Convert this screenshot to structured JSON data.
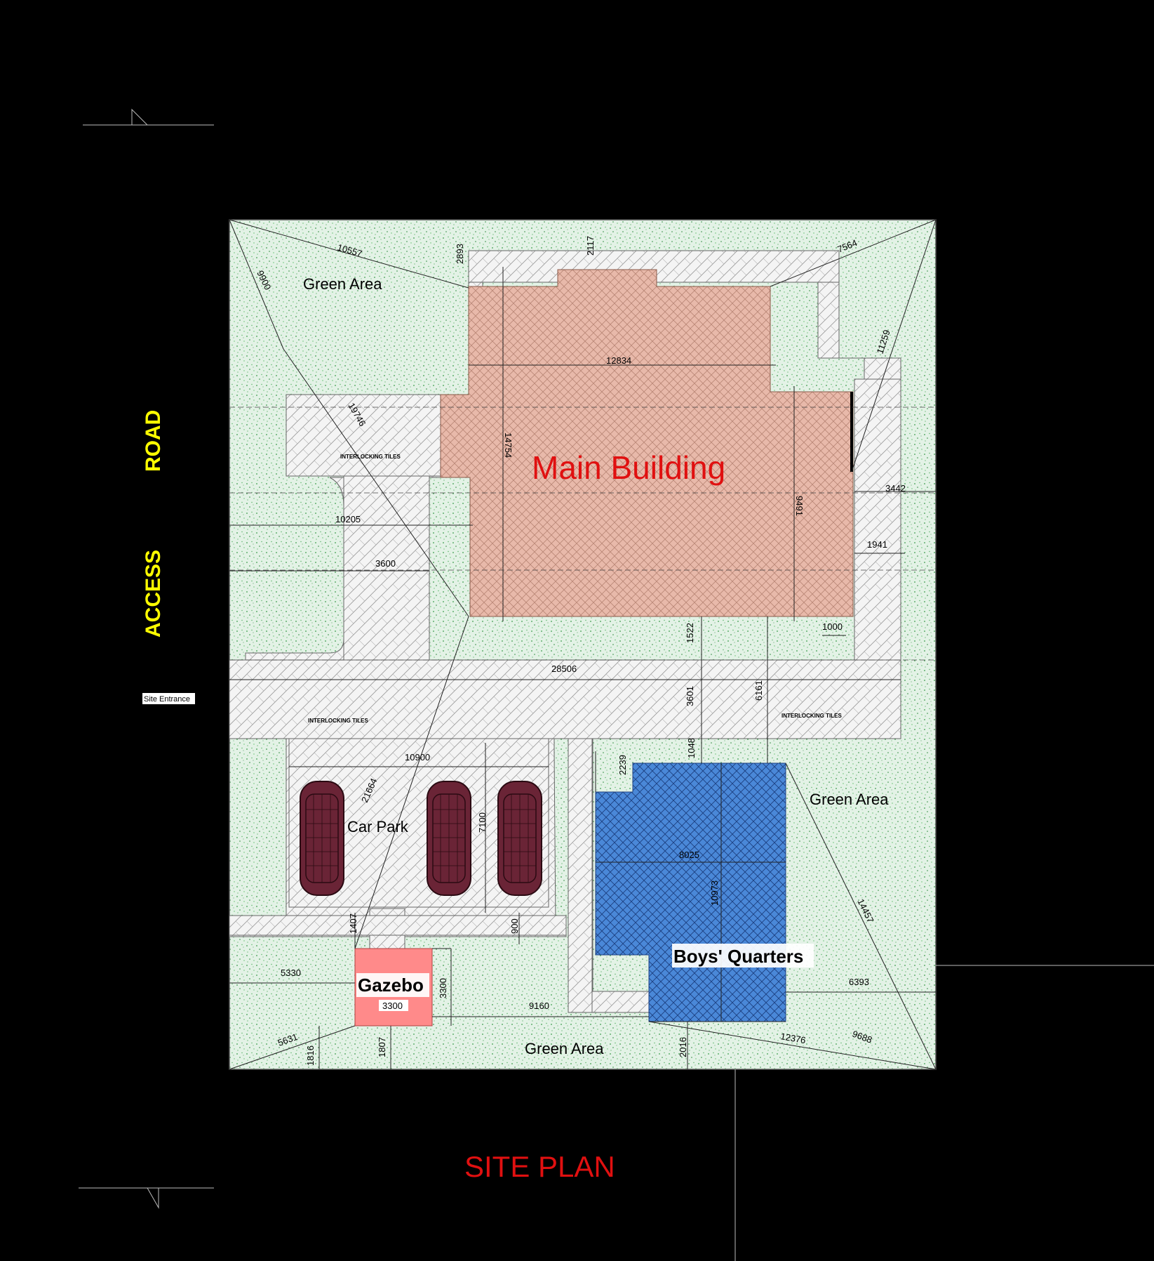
{
  "title": "SITE PLAN",
  "road": {
    "word1": "ACCESS",
    "word2": "ROAD"
  },
  "site_entrance": "Site Entrance",
  "main_building": "Main Building",
  "boys_quarters": "Boys' Quarters",
  "gazebo": "Gazebo",
  "car_park": "Car Park",
  "green_area": "Green Area",
  "interlocking_tiles": "INTERLOCKING TILES",
  "dimensions": {
    "d10557": "10557",
    "d2893": "2893",
    "d2117": "2117",
    "d7564": "7564",
    "d9900": "9900",
    "d12834": "12834",
    "d11259": "11259",
    "d19746": "19746",
    "d14754": "14754",
    "d3442": "3442",
    "d9491": "9491",
    "d10205": "10205",
    "d1941": "1941",
    "d3600": "3600",
    "d1000": "1000",
    "d1522": "1522",
    "d28506": "28506",
    "d3601": "3601",
    "d6161": "6161",
    "d1048": "1048",
    "d10900": "10900",
    "d2239": "2239",
    "d21664": "21664",
    "d7100": "7100",
    "d8025": "8025",
    "d10973": "10973",
    "d14457": "14457",
    "d1407": "1407",
    "d900": "900",
    "d5330": "5330",
    "d3300a": "3300",
    "d3300b": "3300",
    "d9160": "9160",
    "d6393": "6393",
    "d5631": "5631",
    "d1816": "1816",
    "d1807": "1807",
    "d2016": "2016",
    "d12376": "12376",
    "d9688": "9688"
  },
  "colors": {
    "background": "#000000",
    "green": "#d9eedd",
    "tiles": "#f2f2f2",
    "main_building": "#e8b9aa",
    "boys_quarters": "#4a88d8",
    "gazebo": "#ff8a8a",
    "title_red": "#e01010",
    "road_yellow": "#ffff00",
    "car": "#5a1a2a"
  }
}
